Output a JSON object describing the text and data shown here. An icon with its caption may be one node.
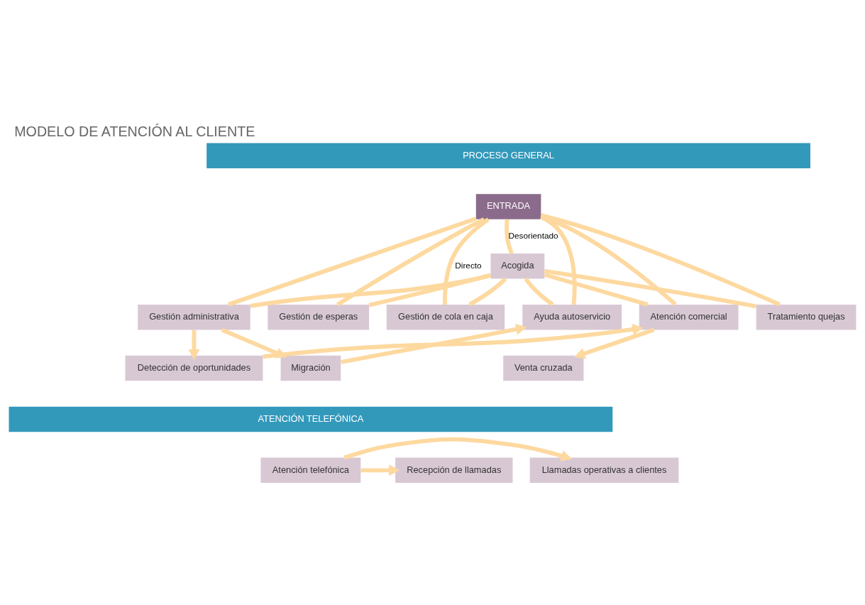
{
  "diagram": {
    "title": "MODELO DE ATENCIÓN AL CLIENTE",
    "nodes": [
      {
        "text": [
          "PROCESO GENERAL"
        ]
      },
      {
        "text": [
          "ENTRADA"
        ]
      },
      {
        "text": [
          "Acogida"
        ]
      },
      {
        "text": [
          "Gestión de cola en caja"
        ]
      },
      {
        "text": [
          "Gestión de esperas"
        ]
      },
      {
        "text": [
          "Ayuda autoservicio"
        ]
      },
      {
        "text": [
          "Gestión administrativa"
        ]
      },
      {
        "text": [
          "Atención comercial"
        ]
      },
      {
        "text": [
          "Tratamiento quejas"
        ]
      },
      {
        "text": [
          "Migración"
        ]
      },
      {
        "text": [
          "Detección de oportunidades"
        ]
      },
      {
        "text": [
          "Venta cruzada"
        ]
      },
      {
        "text": [
          "ATENCIÓN TELEFÓNICA"
        ]
      },
      {
        "text": [
          "Recepción de llamadas"
        ]
      },
      {
        "text": [
          "Atención telefónica"
        ]
      },
      {
        "text": [
          "Llamadas operativas a clientes"
        ]
      }
    ],
    "edges": [
      {
        "from": 1,
        "to": 2,
        "arrow": "none",
        "label": "Desorientado"
      },
      {
        "from": 1,
        "to": 3,
        "arrow": "none",
        "label": "Directo"
      },
      {
        "from": 1,
        "to": 4,
        "arrow": "none"
      },
      {
        "from": 1,
        "to": 5,
        "arrow": "none"
      },
      {
        "from": 1,
        "to": 6,
        "arrow": "none"
      },
      {
        "from": 1,
        "to": 7,
        "arrow": "none"
      },
      {
        "from": 1,
        "to": 8,
        "arrow": "none"
      },
      {
        "from": 2,
        "to": 3,
        "arrow": "none"
      },
      {
        "from": 2,
        "to": 4,
        "arrow": "none"
      },
      {
        "from": 2,
        "to": 5,
        "arrow": "none"
      },
      {
        "from": 2,
        "to": 6,
        "arrow": "none"
      },
      {
        "from": 2,
        "to": 7,
        "arrow": "none"
      },
      {
        "from": 2,
        "to": 8,
        "arrow": "none"
      },
      {
        "from": 6,
        "to": 9,
        "arrow": "to"
      },
      {
        "from": 9,
        "to": 5,
        "arrow": "to"
      },
      {
        "from": 6,
        "to": 10,
        "arrow": "to"
      },
      {
        "from": 10,
        "to": 7,
        "arrow": "to"
      },
      {
        "from": 7,
        "to": 11,
        "arrow": "to"
      },
      {
        "from": 14,
        "to": 13,
        "arrow": "to"
      },
      {
        "from": 14,
        "to": 15,
        "arrow": "to"
      }
    ]
  }
}
